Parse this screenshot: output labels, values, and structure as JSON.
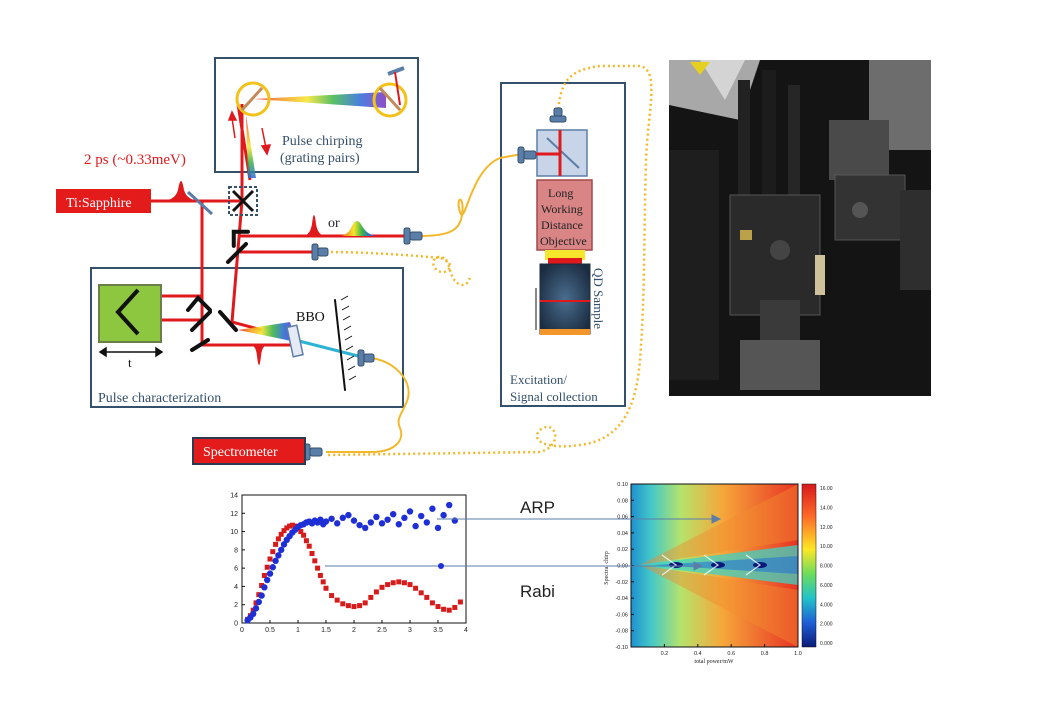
{
  "labels": {
    "pulse_duration": "2 ps (~0.33meV)",
    "laser": "Ti:Sapphire",
    "pulse_chirping_line1": "Pulse chirping",
    "pulse_chirping_line2": "(grating pairs)",
    "or": "or",
    "bbo": "BBO",
    "delay": "t",
    "pulse_characterization": "Pulse characterization",
    "objective_line1": "Long",
    "objective_line2": "Working",
    "objective_line3": "Distance",
    "objective_line4": "Objective",
    "qd_sample": "QD Sample",
    "excitation_line1": "Excitation/",
    "excitation_line2": "Signal collection",
    "spectrometer": "Spectrometer",
    "arp": "ARP",
    "rabi": "Rabi"
  },
  "colors": {
    "beam": "#e0191c",
    "fiber": "#f2b82a",
    "box_border": "#34506b",
    "laser_fill": "#e41b1b",
    "mirror": "#111111",
    "splitter": "#5b7ea8",
    "objective_fill": "#d98585",
    "delay_fill": "#8dc63f",
    "blue_series": "#1f2fd6",
    "red_series": "#d71a1a"
  },
  "chart_data": [
    {
      "type": "scatter",
      "x_ticks": [
        "0",
        "0.5",
        "1",
        "1.5",
        "2",
        "2.5",
        "3",
        "3.5",
        "4"
      ],
      "y_ticks": [
        "0",
        "2",
        "4",
        "6",
        "8",
        "10",
        "12",
        "14"
      ],
      "xlim": [
        0,
        4
      ],
      "ylim": [
        0,
        14
      ],
      "series": [
        {
          "name": "ARP",
          "marker": "circle",
          "x": [
            0.1,
            0.15,
            0.2,
            0.25,
            0.3,
            0.35,
            0.4,
            0.45,
            0.5,
            0.55,
            0.6,
            0.65,
            0.7,
            0.75,
            0.8,
            0.85,
            0.9,
            0.95,
            1.0,
            1.05,
            1.1,
            1.15,
            1.2,
            1.25,
            1.3,
            1.35,
            1.4,
            1.45,
            1.5,
            1.6,
            1.7,
            1.8,
            1.9,
            2.0,
            2.1,
            2.2,
            2.3,
            2.4,
            2.5,
            2.6,
            2.7,
            2.8,
            2.9,
            3.0,
            3.1,
            3.2,
            3.3,
            3.4,
            3.5,
            3.6,
            3.7,
            3.8
          ],
          "y": [
            0.3,
            0.6,
            1.0,
            1.6,
            2.3,
            3.0,
            3.9,
            4.7,
            5.4,
            6.1,
            6.8,
            7.4,
            8.0,
            8.6,
            9.1,
            9.5,
            9.9,
            10.2,
            10.5,
            10.7,
            10.8,
            11.0,
            11.1,
            10.9,
            11.2,
            11.0,
            11.3,
            10.8,
            11.1,
            11.4,
            10.9,
            11.5,
            11.8,
            11.2,
            10.7,
            10.4,
            11.0,
            11.6,
            10.9,
            11.3,
            11.9,
            10.8,
            11.5,
            12.2,
            10.6,
            11.7,
            11.0,
            12.5,
            10.4,
            11.8,
            12.9,
            11.2
          ]
        },
        {
          "name": "Rabi",
          "marker": "square",
          "x": [
            0.1,
            0.15,
            0.2,
            0.25,
            0.3,
            0.35,
            0.4,
            0.45,
            0.5,
            0.55,
            0.6,
            0.65,
            0.7,
            0.75,
            0.8,
            0.85,
            0.9,
            0.95,
            1.0,
            1.05,
            1.1,
            1.15,
            1.2,
            1.25,
            1.3,
            1.35,
            1.4,
            1.45,
            1.5,
            1.6,
            1.7,
            1.8,
            1.9,
            2.0,
            2.1,
            2.2,
            2.3,
            2.4,
            2.5,
            2.6,
            2.7,
            2.8,
            2.9,
            3.0,
            3.1,
            3.2,
            3.3,
            3.4,
            3.5,
            3.6,
            3.7,
            3.8,
            3.9
          ],
          "y": [
            0.4,
            0.8,
            1.4,
            2.2,
            3.1,
            4.1,
            5.2,
            6.1,
            7.0,
            7.8,
            8.6,
            9.2,
            9.7,
            10.1,
            10.4,
            10.6,
            10.7,
            10.6,
            10.4,
            10.0,
            9.6,
            9.0,
            8.4,
            7.6,
            6.8,
            6.0,
            5.2,
            4.5,
            3.8,
            3.0,
            2.5,
            2.1,
            1.9,
            1.8,
            1.9,
            2.2,
            2.8,
            3.4,
            3.9,
            4.2,
            4.4,
            4.5,
            4.4,
            4.2,
            3.8,
            3.3,
            2.8,
            2.2,
            1.8,
            1.5,
            1.4,
            1.7,
            2.3
          ]
        }
      ]
    },
    {
      "type": "heatmap",
      "ylabel": "Spectral chirp",
      "xlabel": "total power/mW",
      "x_ticks": [
        "0.2",
        "0.4",
        "0.6",
        "0.8",
        "1.0"
      ],
      "y_ticks": [
        "0.10",
        "0.08",
        "0.06",
        "0.04",
        "0.02",
        "0.00",
        "-0.02",
        "-0.04",
        "-0.06",
        "-0.08",
        "-0.10"
      ],
      "colorbar_ticks": [
        "16.00",
        "14.00",
        "12.00",
        "10.00",
        "8.000",
        "6.000",
        "4.000",
        "2.000",
        "0.000"
      ],
      "xlim": [
        0,
        1.0
      ],
      "ylim": [
        -0.1,
        0.1
      ]
    }
  ]
}
